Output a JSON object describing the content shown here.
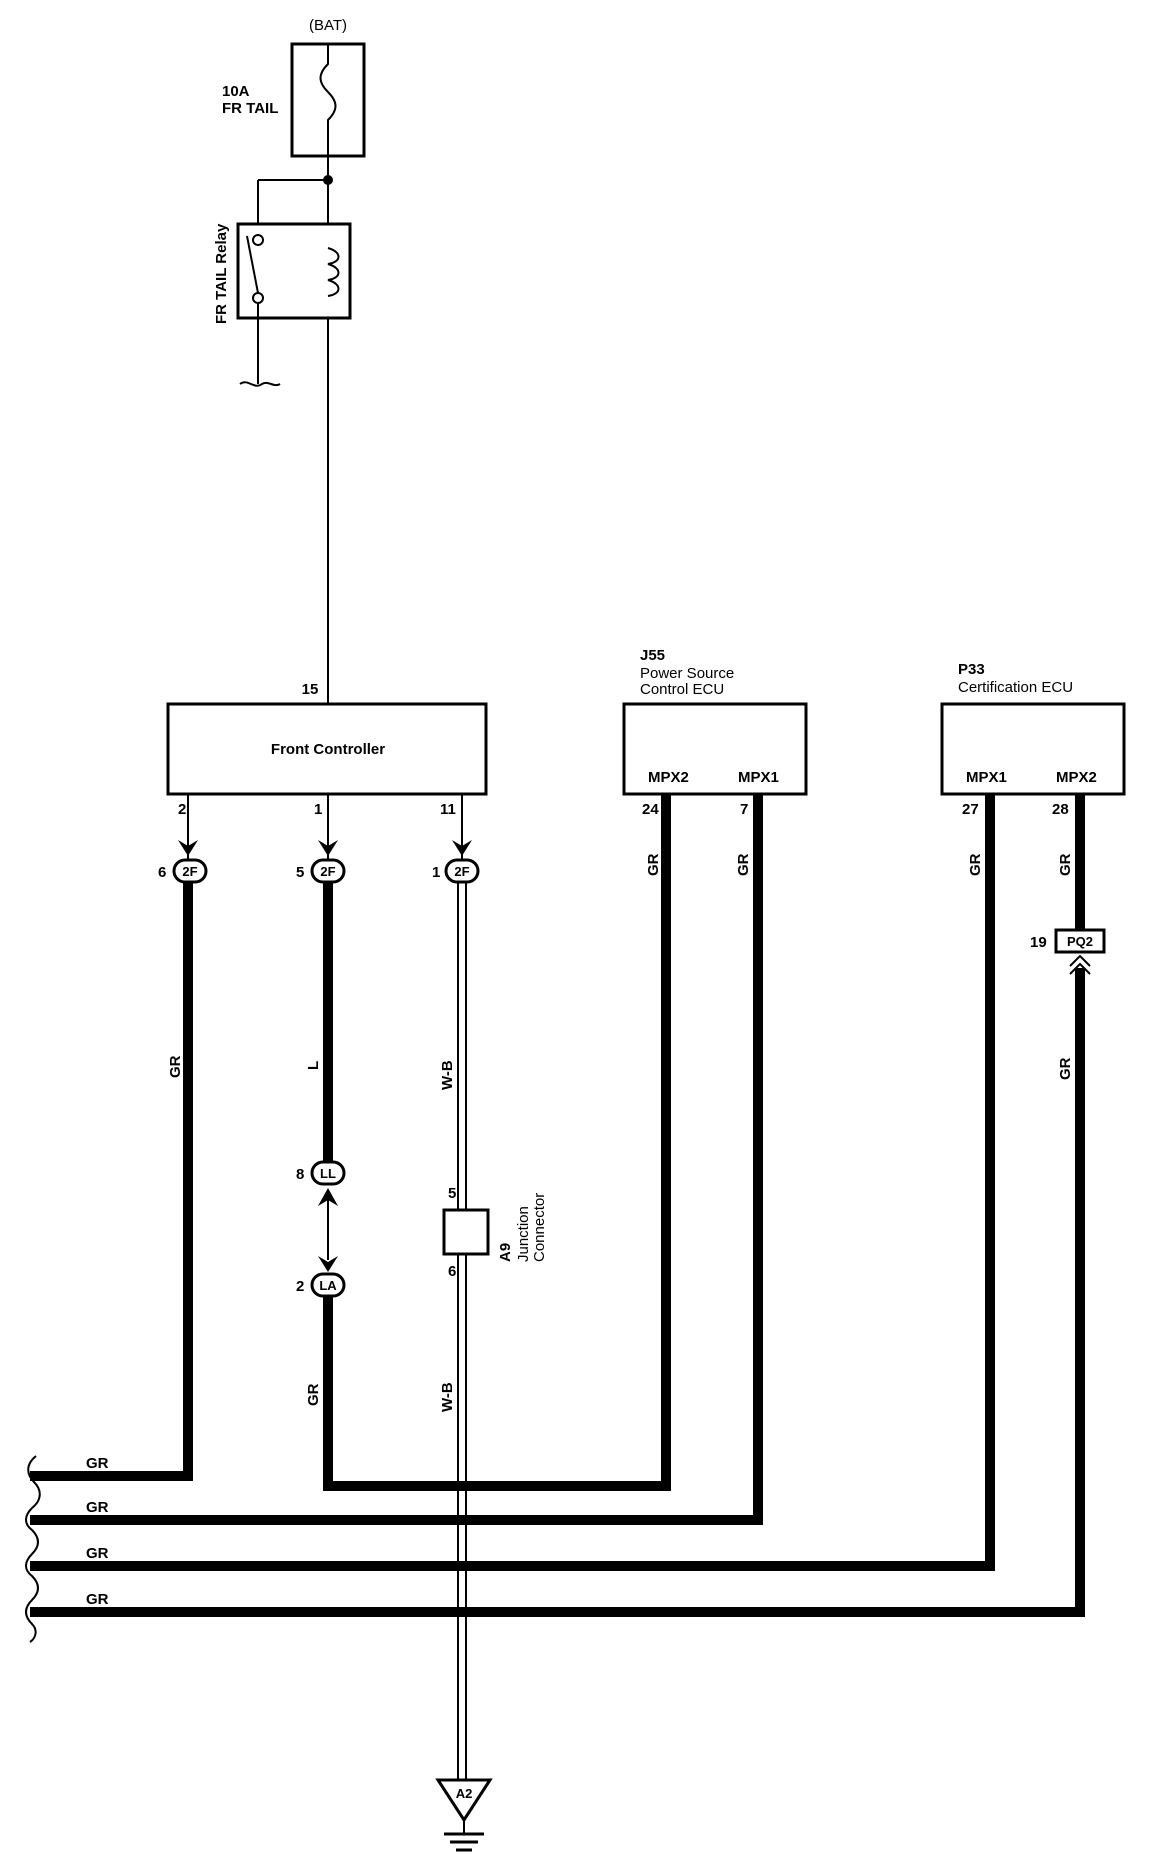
{
  "battery": {
    "label": "(BAT)"
  },
  "fuse": {
    "rating": "10A",
    "name": "FR TAIL"
  },
  "relay": {
    "name": "FR TAIL Relay"
  },
  "front_controller": {
    "name": "Front Controller",
    "pin_top": "15",
    "pins": [
      "2",
      "1",
      "11"
    ]
  },
  "j55": {
    "code": "J55",
    "name_line1": "Power Source",
    "name_line2": "Control ECU",
    "port_left": "MPX2",
    "port_right": "MPX1",
    "pin_left": "24",
    "pin_right": "7"
  },
  "p33": {
    "code": "P33",
    "name": "Certification ECU",
    "port_left": "MPX1",
    "port_right": "MPX2",
    "pin_left": "27",
    "pin_right": "28"
  },
  "connectors": {
    "c2f_a": {
      "name": "2F",
      "pin": "6"
    },
    "c2f_b": {
      "name": "2F",
      "pin": "5"
    },
    "c2f_c": {
      "name": "2F",
      "pin": "1"
    },
    "ll": {
      "name": "LL",
      "pin": "8"
    },
    "la": {
      "name": "LA",
      "pin": "2"
    },
    "pq2": {
      "name": "PQ2",
      "pin": "19"
    }
  },
  "junction": {
    "code": "A9",
    "name_line1": "Junction",
    "name_line2": "Connector",
    "pin_top": "5",
    "pin_bottom": "6"
  },
  "ground": {
    "name": "A2"
  },
  "wire_colors": {
    "w1": "GR",
    "w2": "L",
    "w3": "W-B",
    "w3b": "W-B",
    "w2b": "GR",
    "j55_left": "GR",
    "j55_right": "GR",
    "p33_left": "GR",
    "p33_right": "GR",
    "p33_right_low": "GR",
    "bus1": "GR",
    "bus2": "GR",
    "bus3": "GR",
    "bus4": "GR"
  }
}
